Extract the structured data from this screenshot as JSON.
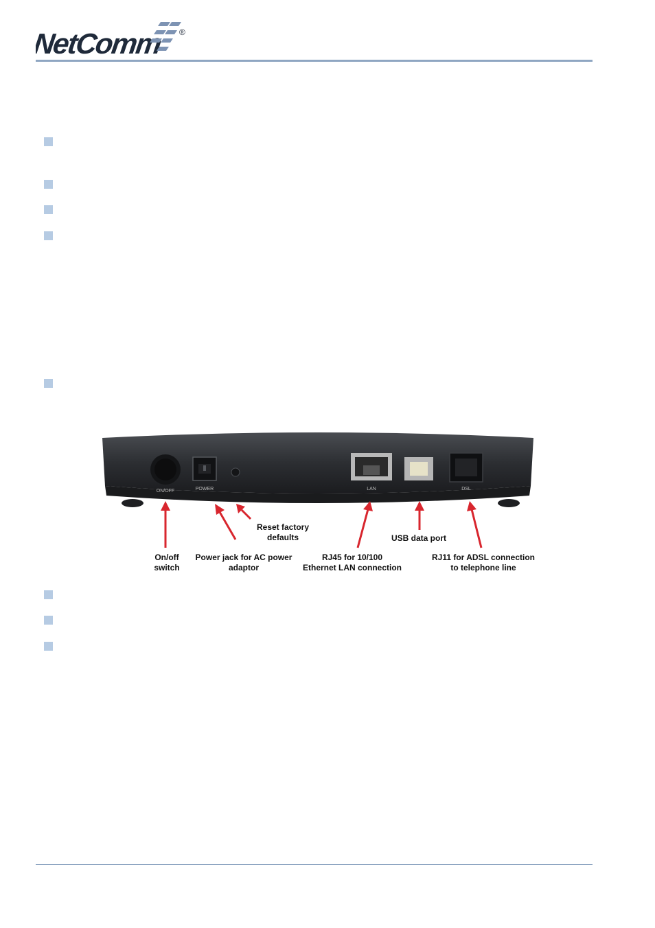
{
  "header": {
    "logo_text": "NetComm",
    "registered_mark": "®"
  },
  "figure": {
    "port_labels": {
      "on_off": "ON/OFF",
      "power": "POWER",
      "lan": "LAN",
      "dsl": "DSL"
    },
    "callouts": {
      "on_off_line1": "On/off",
      "on_off_line2": "switch",
      "power_line1": "Power jack for AC power",
      "power_line2": "adaptor",
      "reset_line1": "Reset factory",
      "reset_line2": "defaults",
      "rj45_line1": "RJ45 for 10/100",
      "rj45_line2": "Ethernet LAN connection",
      "usb_line1": "USB data port",
      "rj11_line1": "RJ11 for ADSL connection",
      "rj11_line2": "to telephone line"
    }
  },
  "colors": {
    "rule": "#8fa6c2",
    "bullet": "#b6cbe3",
    "logo_dark": "#1f2a3a",
    "logo_accent": "#7d93b3"
  }
}
